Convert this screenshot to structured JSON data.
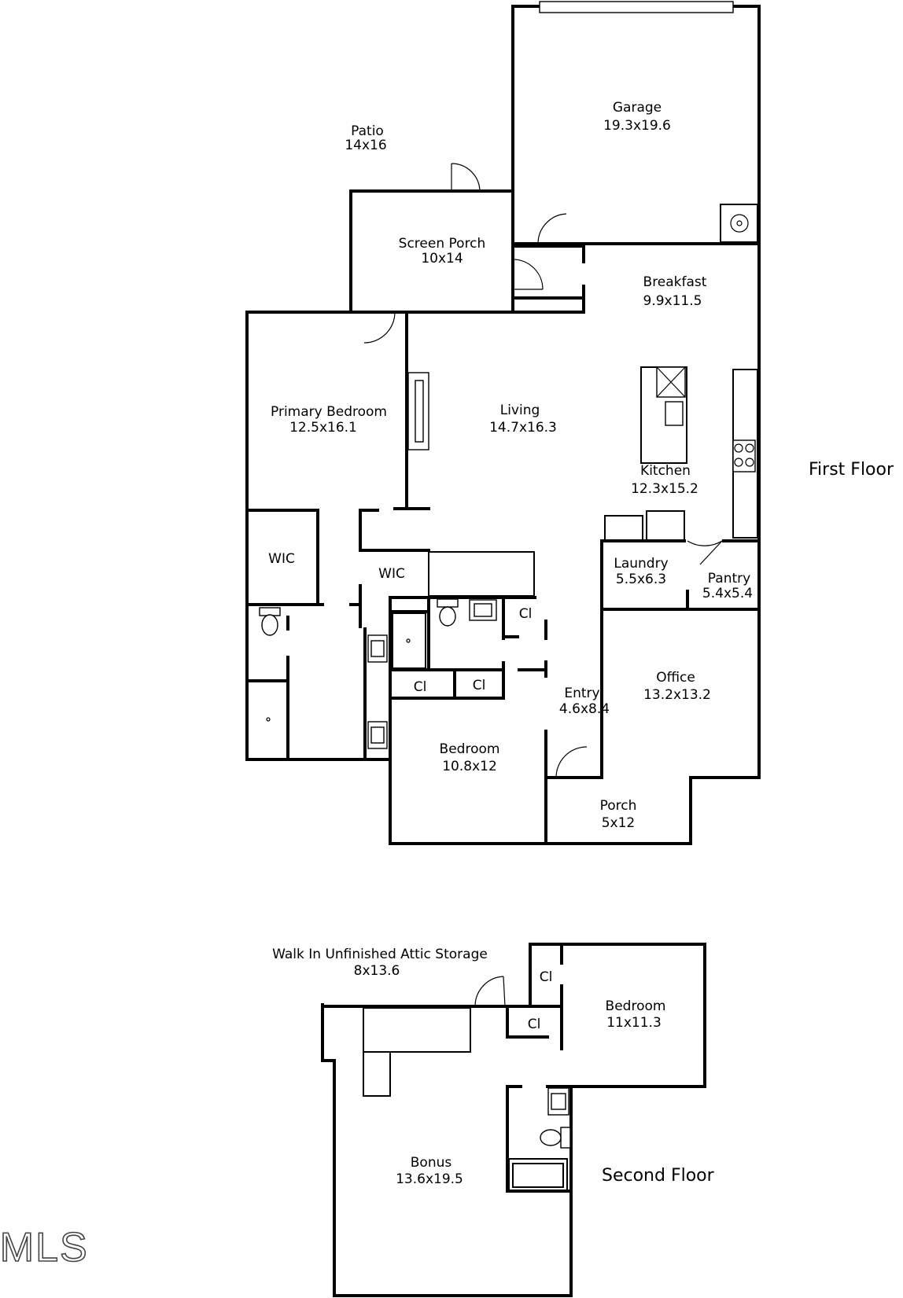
{
  "floors": {
    "first": "First Floor",
    "second": "Second Floor"
  },
  "rooms": {
    "garage": {
      "name": "Garage",
      "size": "19.3x19.6"
    },
    "patio": {
      "name": "Patio",
      "size": "14x16"
    },
    "screen_porch": {
      "name": "Screen Porch",
      "size": "10x14"
    },
    "breakfast": {
      "name": "Breakfast",
      "size": "9.9x11.5"
    },
    "primary_bedroom": {
      "name": "Primary Bedroom",
      "size": "12.5x16.1"
    },
    "living": {
      "name": "Living",
      "size": "14.7x16.3"
    },
    "kitchen": {
      "name": "Kitchen",
      "size": "12.3x15.2"
    },
    "wic_1": {
      "name": "WIC"
    },
    "wic_2": {
      "name": "WIC"
    },
    "laundry": {
      "name": "Laundry",
      "size": "5.5x6.3"
    },
    "pantry": {
      "name": "Pantry",
      "size": "5.4x5.4"
    },
    "cl_1": {
      "name": "Cl"
    },
    "cl_2": {
      "name": "Cl"
    },
    "cl_3": {
      "name": "Cl"
    },
    "entry": {
      "name": "Entry",
      "size": "4.6x8.4"
    },
    "office": {
      "name": "Office",
      "size": "13.2x13.2"
    },
    "bedroom_1": {
      "name": "Bedroom",
      "size": "10.8x12"
    },
    "porch": {
      "name": "Porch",
      "size": "5x12"
    },
    "attic": {
      "name": "Walk In Unfinished Attic Storage",
      "size": "8x13.6"
    },
    "cl_4": {
      "name": "Cl"
    },
    "cl_5": {
      "name": "Cl"
    },
    "bedroom_2": {
      "name": "Bedroom",
      "size": "11x11.3"
    },
    "bonus": {
      "name": "Bonus",
      "size": "13.6x19.5"
    }
  },
  "watermark": "TMLS"
}
